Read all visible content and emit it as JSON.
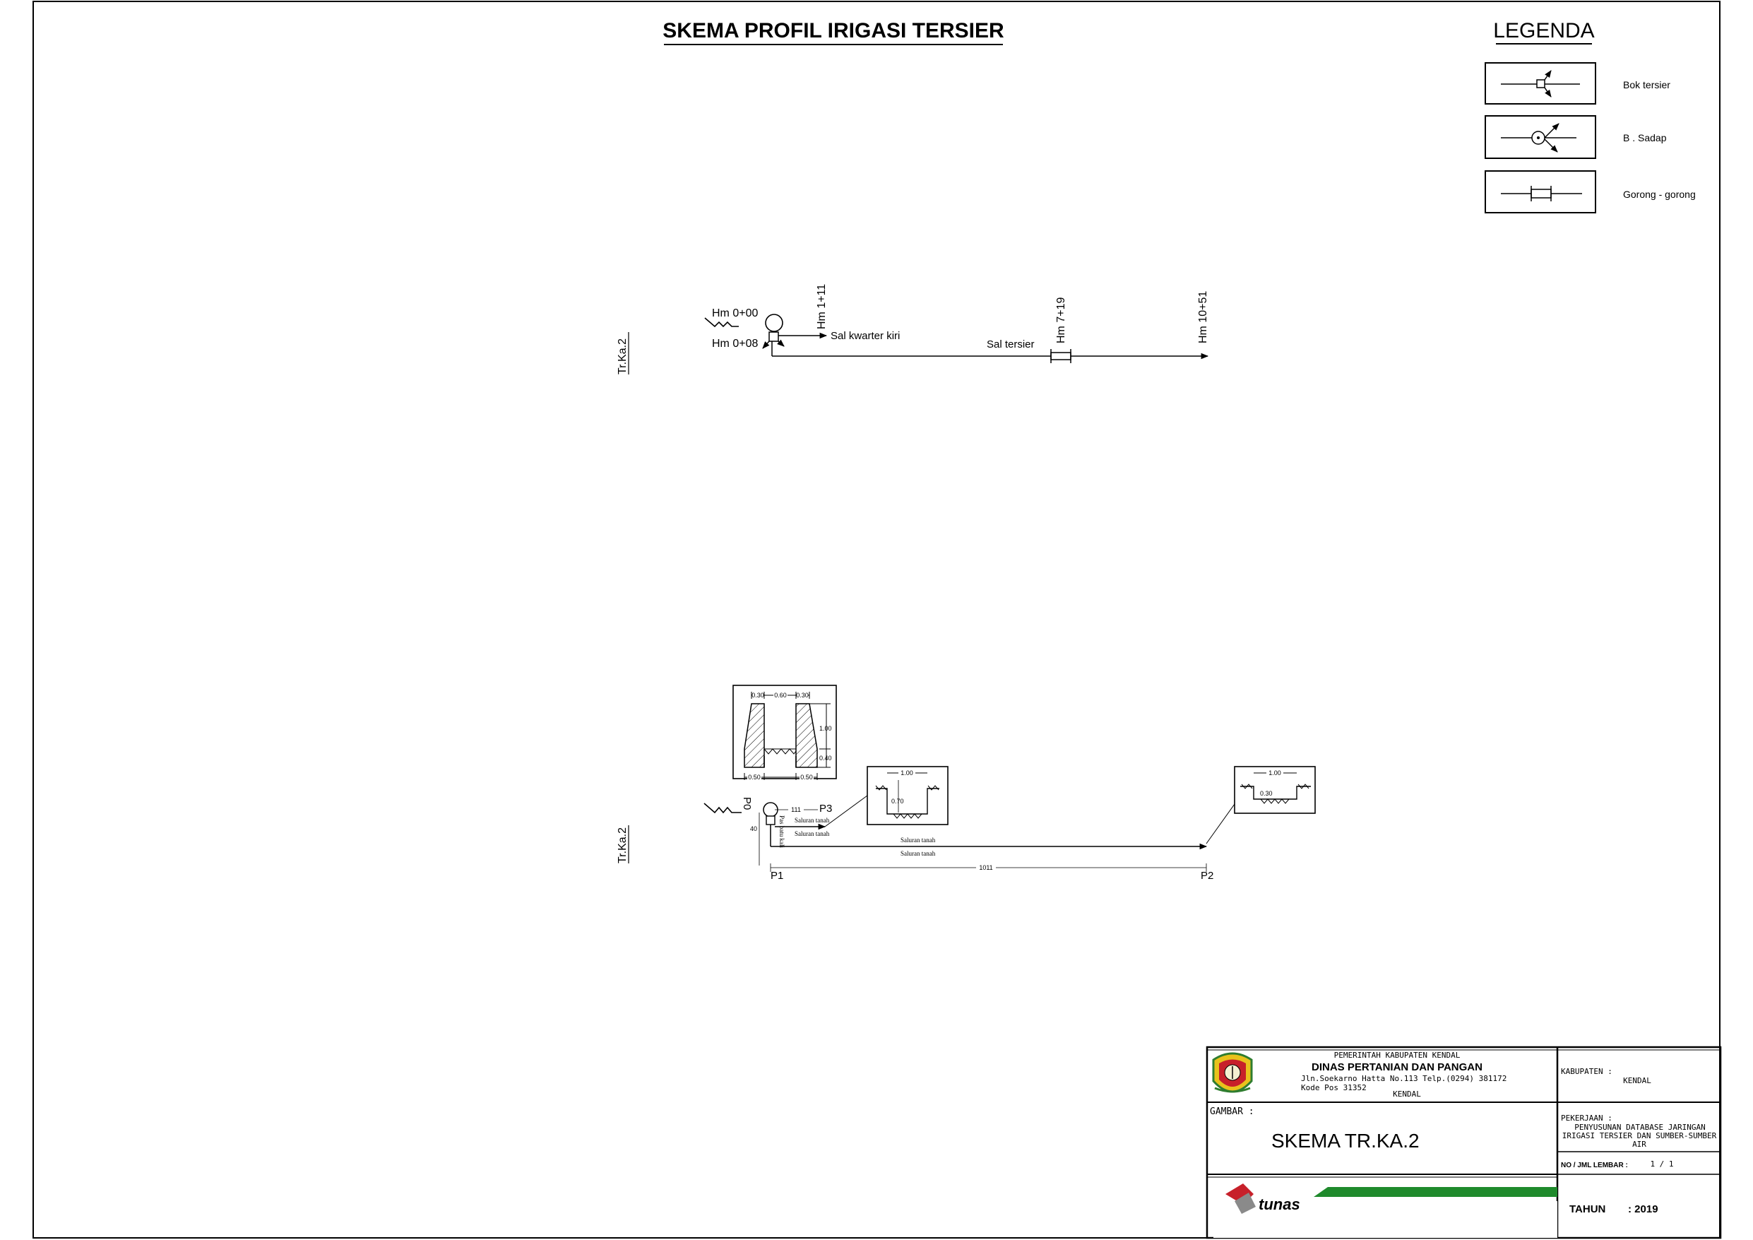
{
  "title": "SKEMA PROFIL IRIGASI TERSIER",
  "legend": {
    "title": "LEGENDA",
    "items": [
      {
        "label": "Bok tersier",
        "icon": "bok-tersier-icon"
      },
      {
        "label": "B . Sadap",
        "icon": "bangunan-sadap-icon"
      },
      {
        "label": "Gorong - gorong",
        "icon": "gorong-gorong-icon"
      }
    ]
  },
  "schema_top": {
    "side_label": "Tr.Ka.2",
    "hm_start": "Hm 0+00",
    "hm_box": "Hm 0+08",
    "hm_1": "Hm 1+11",
    "hm_2": "Hm 7+19",
    "hm_3": "Hm 10+51",
    "branch_label": "Sal kwarter kiri",
    "main_label": "Sal tersier"
  },
  "schema_bottom": {
    "side_label": "Tr.Ka.2",
    "p0": "P0",
    "p1": "P1",
    "p2": "P2",
    "p3": "P3",
    "len_branch": "111",
    "len_main": "1011",
    "len_short": "40",
    "vertical_label": "Pas batu kali",
    "saluran_upper_1": "Saluran tanah",
    "saluran_upper_2": "Saluran tanah",
    "saluran_main_1": "Saluran tanah",
    "saluran_main_2": "Saluran tanah",
    "section_box": {
      "top_dims": [
        "0.30",
        "0.60",
        "0.30"
      ],
      "height": "1.00",
      "base_height": "0.40",
      "bottom_dims": [
        "0.50",
        "0.50"
      ]
    },
    "section_mid": {
      "width": "1.00",
      "depth": "0.70"
    },
    "section_right": {
      "width": "1.00",
      "depth": "0.30"
    }
  },
  "title_block": {
    "agency_line1": "PEMERINTAH KABUPATEN KENDAL",
    "agency_line2": "DINAS PERTANIAN DAN PANGAN",
    "address_line1": "Jln.Soekarno Hatta No.113 Telp.(0294) 381172",
    "address_line2": "Kode Pos 31352",
    "city": "KENDAL",
    "kabupaten_label": "KABUPATEN :",
    "kabupaten_value": "KENDAL",
    "gambar_label": "GAMBAR :",
    "gambar_value": "SKEMA TR.KA.2",
    "pekerjaan_label": "PEKERJAAN :",
    "pekerjaan_line1": "PENYUSUNAN DATABASE JARINGAN",
    "pekerjaan_line2": "IRIGASI TERSIER DAN SUMBER-SUMBER",
    "pekerjaan_line3": "AIR",
    "lembar_label": "NO / JML LEMBAR :",
    "lembar_value": "1 / 1",
    "tahun_label": "TAHUN",
    "tahun_value": ": 2019",
    "consultant_logo": "tunas",
    "accent_green": "#1f8a2c",
    "accent_red": "#c7202a"
  }
}
